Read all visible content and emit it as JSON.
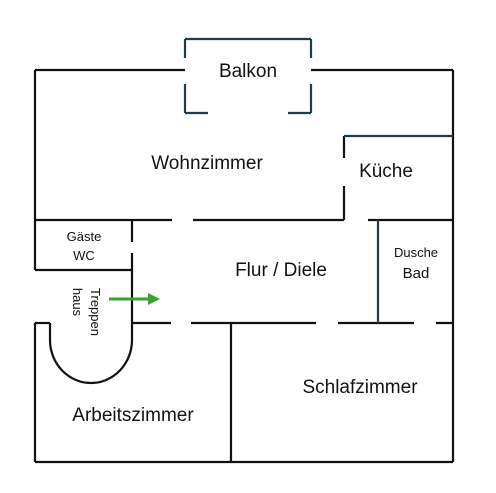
{
  "rooms": {
    "balkon": "Balkon",
    "wohnzimmer": "Wohnzimmer",
    "kueche": "Küche",
    "gaeste_wc_line1": "Gäste",
    "gaeste_wc_line2": "WC",
    "flur": "Flur / Diele",
    "bad_line1": "Dusche",
    "bad_line2": "Bad",
    "treppenhaus_line1": "Treppen",
    "treppenhaus_line2": "haus",
    "schlafzimmer": "Schlafzimmer",
    "arbeitszimmer": "Arbeitszimmer"
  },
  "colors": {
    "wall": "#111111",
    "wall_accent": "#1f3b4d",
    "arrow": "#3aa32c",
    "background": "#ffffff"
  },
  "icons": {
    "entrance": "entrance-arrow-icon"
  }
}
